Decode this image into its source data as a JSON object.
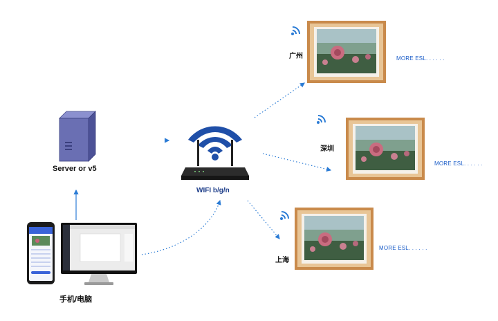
{
  "server": {
    "label": "Server or v5"
  },
  "router": {
    "label": "WIFI  b/g/n"
  },
  "client": {
    "label": "手机/电脑"
  },
  "esl": [
    {
      "city": "广州",
      "more": "MORE ESL. . . . . ."
    },
    {
      "city": "深圳",
      "more": "MORE ESL. . . . . ."
    },
    {
      "city": "上海",
      "more": "MORE ESL. . . . . ."
    }
  ],
  "colors": {
    "accent": "#1f4fa8",
    "arrow": "#2a7bd5",
    "frame": "#c98a4b",
    "server": "#6a6fb3"
  }
}
